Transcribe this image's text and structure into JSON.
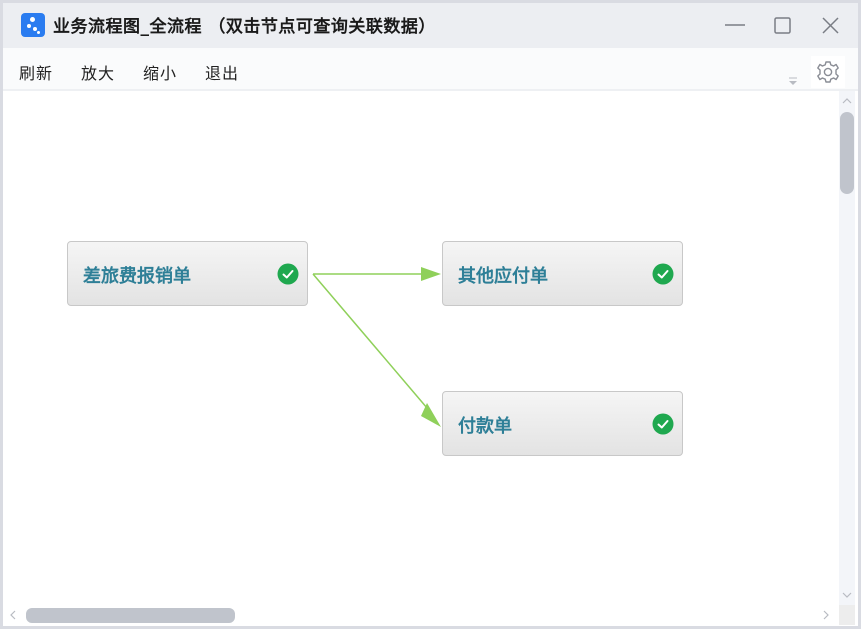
{
  "window": {
    "title": "业务流程图_全流程 （双击节点可查询关联数据）",
    "icon": "app-flow-icon",
    "controls": [
      "minimize-icon",
      "maximize-icon",
      "close-icon"
    ]
  },
  "toolbar": {
    "menu": [
      {
        "label": "刷新"
      },
      {
        "label": "放大"
      },
      {
        "label": "缩小"
      },
      {
        "label": "退出"
      }
    ],
    "dropdown_icon": "sort-down-icon",
    "settings_icon": "gear-icon"
  },
  "diagram": {
    "nodes": [
      {
        "id": "n1",
        "label": "差旅费报销单",
        "status": "completed",
        "status_icon": "check-circle-icon"
      },
      {
        "id": "n2",
        "label": "其他应付单",
        "status": "completed",
        "status_icon": "check-circle-icon"
      },
      {
        "id": "n3",
        "label": "付款单",
        "status": "completed",
        "status_icon": "check-circle-icon"
      }
    ],
    "edges": [
      {
        "from": "差旅费报销单",
        "to": "其他应付单"
      },
      {
        "from": "差旅费报销单",
        "to": "付款单"
      }
    ],
    "colors": {
      "node_text": "#2e7f97",
      "check": "#1fa84f",
      "edge": "#8fd05a"
    }
  }
}
